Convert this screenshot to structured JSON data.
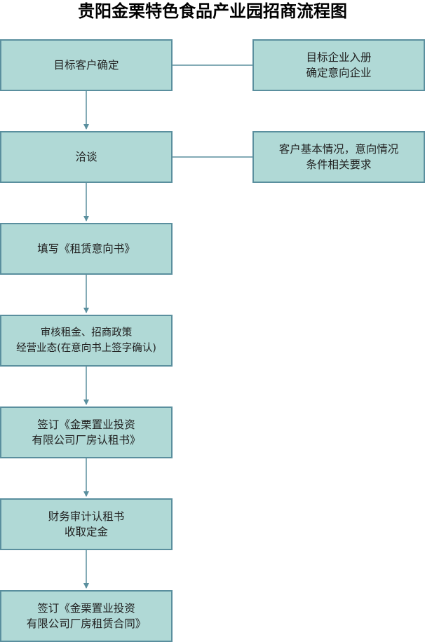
{
  "title": "贵阳金栗特色食品产业园招商流程图",
  "steps": [
    {
      "lines": [
        "目标客户确定"
      ]
    },
    {
      "lines": [
        "洽谈"
      ]
    },
    {
      "lines": [
        "填写《租赁意向书》"
      ]
    },
    {
      "lines": [
        "审核租金、招商政策",
        "经营业态(在意向书上签字确认)"
      ]
    },
    {
      "lines": [
        "签订《金栗置业投资",
        "有限公司厂房认租书》"
      ]
    },
    {
      "lines": [
        "财务审计认租书",
        "收取定金"
      ]
    },
    {
      "lines": [
        "签订《金栗置业投资",
        "有限公司厂房租赁合同》"
      ]
    }
  ],
  "notes": [
    {
      "lines": [
        "目标企业入册",
        "确定意向企业"
      ]
    },
    {
      "lines": [
        "客户基本情况，意向情况",
        "条件相关要求"
      ]
    }
  ],
  "colors": {
    "box_fill": "#b0d9d6",
    "box_border": "#5a8f9e",
    "connector": "#5a8f9e"
  }
}
